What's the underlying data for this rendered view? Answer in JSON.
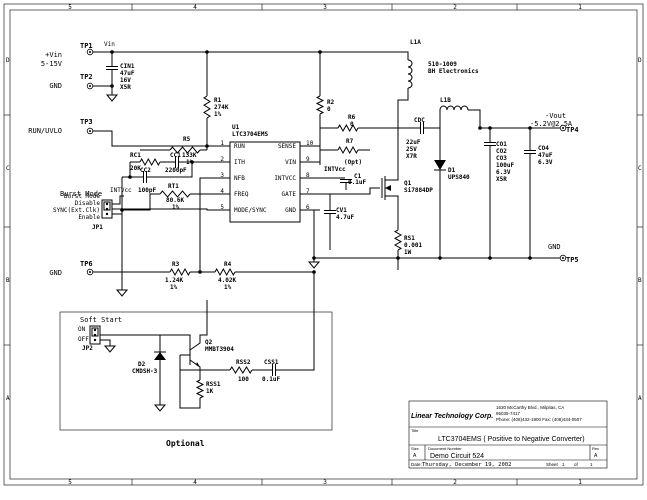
{
  "border": {
    "letters_left": [
      "D",
      "C",
      "B",
      "A"
    ],
    "letters_right": [
      "D",
      "C",
      "B",
      "A"
    ],
    "numbers_top": [
      "5",
      "4",
      "3",
      "2",
      "1"
    ],
    "numbers_bottom": [
      "5",
      "4",
      "3",
      "2",
      "1"
    ]
  },
  "terminals": {
    "tp1": {
      "name": "TP1",
      "label_a": "+Vin",
      "label_b": "5-15V",
      "net": "Vin"
    },
    "tp2": {
      "name": "TP2",
      "label": "GND"
    },
    "tp3": {
      "name": "TP3",
      "label": "RUN/UVLO"
    },
    "tp6": {
      "name": "TP6",
      "label": "GND"
    },
    "tp4": {
      "name": "TP4",
      "label_a": "-Vout",
      "label_b": "-5.2V@2.5A"
    },
    "tp5": {
      "name": "TP5",
      "label": "GND"
    }
  },
  "ic": {
    "ref": "U1",
    "part": "LTC3704EMS",
    "pins_left": [
      {
        "num": "1",
        "name": "RUN"
      },
      {
        "num": "2",
        "name": "ITH"
      },
      {
        "num": "3",
        "name": "NFB"
      },
      {
        "num": "4",
        "name": "FREQ"
      },
      {
        "num": "5",
        "name": "MODE/SYNC"
      }
    ],
    "pins_right": [
      {
        "num": "10",
        "name": "SENSE"
      },
      {
        "num": "9",
        "name": "VIN"
      },
      {
        "num": "8",
        "name": "INTVCC"
      },
      {
        "num": "7",
        "name": "GATE"
      },
      {
        "num": "6",
        "name": "GND"
      }
    ]
  },
  "components": {
    "cin1": [
      "CIN1",
      "47uF",
      "16V",
      "X5R"
    ],
    "r1": [
      "R1",
      "274K",
      "1%"
    ],
    "r2": [
      "R2",
      "0"
    ],
    "r5": [
      "R5",
      "133K",
      "1%"
    ],
    "rc1": [
      "RC1",
      "20K"
    ],
    "cc1": [
      "CC1",
      "2200pF"
    ],
    "cc2": [
      "CC2",
      "100pF"
    ],
    "rt1": [
      "RT1",
      "80.6K",
      "1%"
    ],
    "r6": [
      "R6",
      "0"
    ],
    "r7": [
      "R7",
      "(Opt)"
    ],
    "c1": [
      "C1",
      "0.1uF"
    ],
    "cv1": [
      "CV1",
      "4.7uF"
    ],
    "q1": [
      "Q1",
      "Si7884DP"
    ],
    "rs1": [
      "RS1",
      "0.001",
      "1W"
    ],
    "cdc": [
      "CDC",
      "22uF",
      "25V",
      "X7R"
    ],
    "d1": [
      "D1",
      "UPS840"
    ],
    "co": [
      "CO1",
      "CO2",
      "CO3",
      "100uF",
      "6.3V",
      "X5R"
    ],
    "co4": [
      "CO4",
      "47uF",
      "6.3V"
    ],
    "r3": [
      "R3",
      "1.24K",
      "1%"
    ],
    "r4": [
      "R4",
      "4.02K",
      "1%"
    ],
    "l1a": [
      "L1A",
      "510-1009",
      "BH Electronics"
    ],
    "l1b": [
      "L1B"
    ],
    "jp1": [
      "JP1",
      "Burst Mode",
      "Disable",
      "SYNC(Ext.Clk)",
      "Enable",
      "INTVcc"
    ],
    "intvcc_label": "INTVcc",
    "soft_start": [
      "Soft Start",
      "ON",
      "OFF",
      "JP2"
    ],
    "d2": [
      "D2",
      "CMDSH-3"
    ],
    "q2": [
      "Q2",
      "MMBT3904"
    ],
    "rss2": [
      "RSS2",
      "100"
    ],
    "css1": [
      "CSS1",
      "0.1uF"
    ],
    "rss1": [
      "RSS1",
      "1K"
    ],
    "optional_label": "Optional"
  },
  "title_block": {
    "company": "Linear Technology Corp.",
    "address_1": "1630 McCarthy Blvd., Milpitas, CA",
    "address_2": "95035-7417",
    "phone": "Phone: (408)432-1900 Fax: (408)434-0507",
    "title_label": "Title",
    "title": "LTC3704EMS ( Positive to Negative Converter)",
    "size_label": "Size",
    "size": "A",
    "docnum_label": "Document Number",
    "docnum": "Demo Circuit 524",
    "rev_label": "Rev",
    "rev": "A",
    "date_label": "Date:",
    "date": "Thursday, December 19, 2002",
    "sheet_label": "Sheet",
    "sheet": "1",
    "of_label": "of",
    "of": "1"
  }
}
